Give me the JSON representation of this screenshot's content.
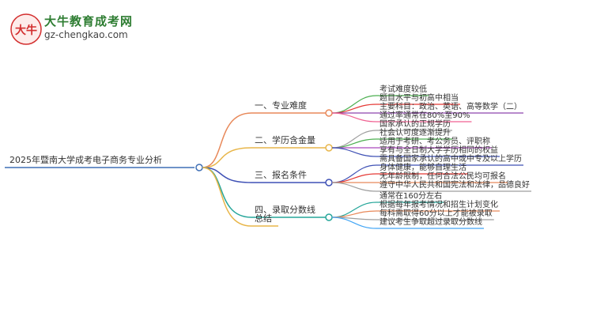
{
  "watermark": {
    "site_name": "大牛教育成考网",
    "url": "gz-chengkao.com",
    "logo_text": "大牛"
  },
  "mindmap": {
    "root": "2025年暨南大学成考电子商务专业分析",
    "branches": [
      {
        "label": "一、专业难度",
        "color": "#e8895a",
        "leaves": [
          {
            "text": "考试难度较低",
            "color": "#4caf50"
          },
          {
            "text": "题目水平与初高中相当",
            "color": "#e53935"
          },
          {
            "text": "主要科目：政治、英语、高等数学（二）",
            "color": "#8e44ad"
          },
          {
            "text": "通过率通常在80%至90%",
            "color": "#f06292"
          }
        ]
      },
      {
        "label": "二、学历含金量",
        "color": "#e8b64a",
        "leaves": [
          {
            "text": "国家承认的正规学历",
            "color": "#9e9e9e"
          },
          {
            "text": "社会认可度逐渐提升",
            "color": "#4caf50"
          },
          {
            "text": "适用于考研、考公务员、评职称",
            "color": "#ab47bc"
          },
          {
            "text": "享有与全日制大学学历相同的权益",
            "color": "#3f51b5"
          }
        ]
      },
      {
        "label": "三、报名条件",
        "color": "#3f51b5",
        "leaves": [
          {
            "text": "需具备国家承认的高中或中专及以上学历",
            "color": "#3f51b5"
          },
          {
            "text": "身体健康，能够自理生活",
            "color": "#e53935"
          },
          {
            "text": "无年龄限制，任何合法公民均可报名",
            "color": "#e8895a"
          },
          {
            "text": "遵守中华人民共和国宪法和法律，品德良好",
            "color": "#9e9e9e"
          }
        ]
      },
      {
        "label": "四、录取分数线",
        "color": "#26a69a",
        "leaves": [
          {
            "text": "通常在160分左右",
            "color": "#26a69a"
          },
          {
            "text": "根据每年报考情况和招生计划变化",
            "color": "#e8895a"
          },
          {
            "text": "每科需取得60分以上才能被录取",
            "color": "#9e9e9e"
          },
          {
            "text": "建议考生争取超过录取分数线",
            "color": "#42a5f5"
          }
        ]
      },
      {
        "label": "总结",
        "color": "#e8b64a",
        "leaves": []
      }
    ]
  }
}
